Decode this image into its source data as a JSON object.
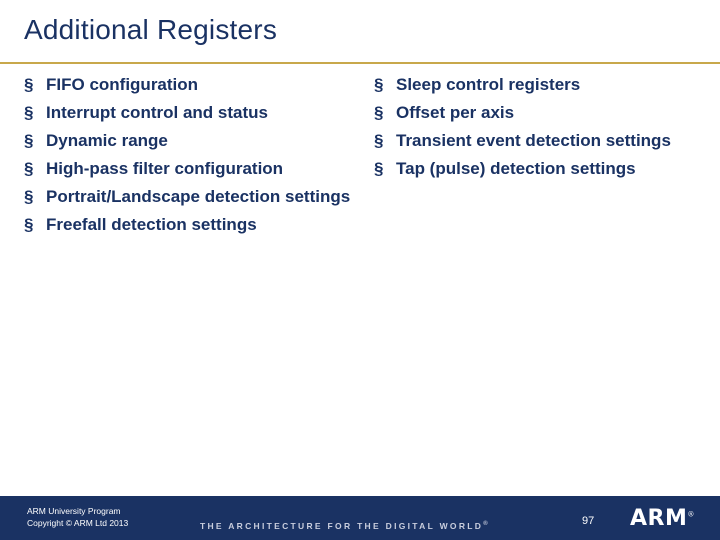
{
  "slide": {
    "title": "Additional Registers",
    "bullet_marker": "§",
    "columns": {
      "left": [
        "FIFO configuration",
        "Interrupt control and status",
        "Dynamic range",
        "High-pass filter configuration",
        "Portrait/Landscape detection settings",
        "Freefall detection settings"
      ],
      "right": [
        "Sleep control registers",
        "Offset per axis",
        "Transient event detection settings",
        "Tap (pulse) detection settings"
      ]
    }
  },
  "footer": {
    "line1": "ARM University Program",
    "line2": "Copyright © ARM Ltd 2013",
    "tagline": "THE ARCHITECTURE FOR THE DIGITAL WORLD",
    "tagline_mark": "®",
    "page_number": "97",
    "logo": "ARM",
    "logo_mark": "®"
  },
  "colors": {
    "navy": "#1a3263",
    "gold_rule": "#c8a84b",
    "footer_bg": "#1a3263",
    "page_bg": "#ffffff"
  }
}
